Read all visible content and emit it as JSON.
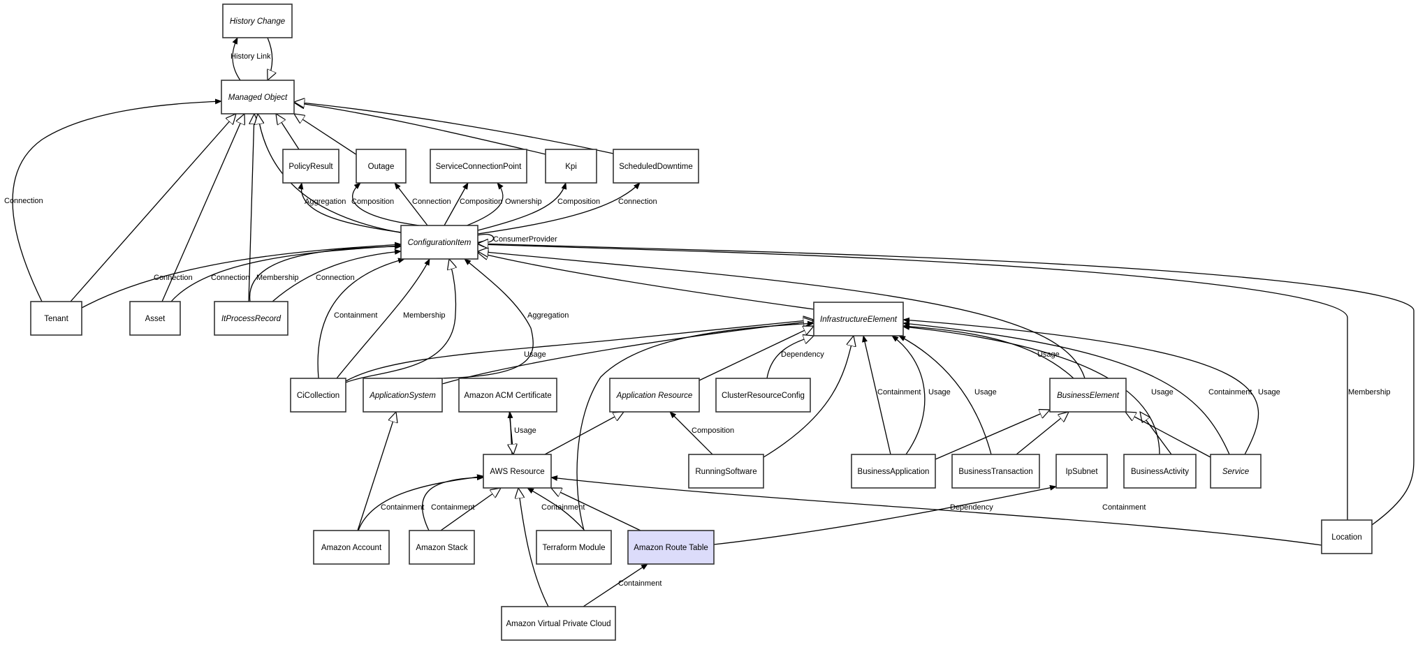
{
  "diagram": {
    "type": "uml-class-diagram",
    "highlight_color": "#dcdcfa",
    "nodes": [
      {
        "id": "history_change",
        "label": "History Change",
        "abstract": true
      },
      {
        "id": "managed_object",
        "label": "Managed Object",
        "abstract": true
      },
      {
        "id": "policy_result",
        "label": "PolicyResult",
        "abstract": false
      },
      {
        "id": "outage",
        "label": "Outage",
        "abstract": false
      },
      {
        "id": "service_connection_point",
        "label": "ServiceConnectionPoint",
        "abstract": false
      },
      {
        "id": "kpi",
        "label": "Kpi",
        "abstract": false
      },
      {
        "id": "scheduled_downtime",
        "label": "ScheduledDowntime",
        "abstract": false
      },
      {
        "id": "configuration_item",
        "label": "ConfigurationItem",
        "abstract": true
      },
      {
        "id": "tenant",
        "label": "Tenant",
        "abstract": false
      },
      {
        "id": "asset",
        "label": "Asset",
        "abstract": false
      },
      {
        "id": "it_process_record",
        "label": "ItProcessRecord",
        "abstract": true
      },
      {
        "id": "infrastructure_element",
        "label": "InfrastructureElement",
        "abstract": true
      },
      {
        "id": "ci_collection",
        "label": "CiCollection",
        "abstract": false
      },
      {
        "id": "application_system",
        "label": "ApplicationSystem",
        "abstract": true
      },
      {
        "id": "amazon_acm_certificate",
        "label": "Amazon ACM Certificate",
        "abstract": false
      },
      {
        "id": "application_resource",
        "label": "Application Resource",
        "abstract": true
      },
      {
        "id": "cluster_resource_config",
        "label": "ClusterResourceConfig",
        "abstract": false
      },
      {
        "id": "business_element",
        "label": "BusinessElement",
        "abstract": true
      },
      {
        "id": "aws_resource",
        "label": "AWS Resource",
        "abstract": false
      },
      {
        "id": "running_software",
        "label": "RunningSoftware",
        "abstract": false
      },
      {
        "id": "business_application",
        "label": "BusinessApplication",
        "abstract": false
      },
      {
        "id": "business_transaction",
        "label": "BusinessTransaction",
        "abstract": false
      },
      {
        "id": "ip_subnet",
        "label": "IpSubnet",
        "abstract": false
      },
      {
        "id": "business_activity",
        "label": "BusinessActivity",
        "abstract": false
      },
      {
        "id": "service",
        "label": "Service",
        "abstract": true
      },
      {
        "id": "amazon_account",
        "label": "Amazon Account",
        "abstract": false
      },
      {
        "id": "amazon_stack",
        "label": "Amazon Stack",
        "abstract": false
      },
      {
        "id": "terraform_module",
        "label": "Terraform Module",
        "abstract": false
      },
      {
        "id": "amazon_route_table",
        "label": "Amazon Route Table",
        "abstract": false,
        "highlighted": true
      },
      {
        "id": "location",
        "label": "Location",
        "abstract": false
      },
      {
        "id": "amazon_vpc",
        "label": "Amazon Virtual Private Cloud",
        "abstract": false
      }
    ],
    "edges": [
      {
        "id": "e1",
        "from": "managed_object",
        "to": "history_change",
        "kind": "association",
        "label": "History Link"
      },
      {
        "id": "e2",
        "from": "history_change",
        "to": "managed_object",
        "kind": "generalization",
        "label": ""
      },
      {
        "id": "e3",
        "from": "tenant",
        "to": "managed_object",
        "kind": "association",
        "label": "Connection"
      },
      {
        "id": "e4",
        "from": "tenant",
        "to": "managed_object",
        "kind": "generalization",
        "label": ""
      },
      {
        "id": "e5",
        "from": "asset",
        "to": "managed_object",
        "kind": "generalization",
        "label": ""
      },
      {
        "id": "e6",
        "from": "it_process_record",
        "to": "managed_object",
        "kind": "generalization",
        "label": ""
      },
      {
        "id": "e7",
        "from": "configuration_item",
        "to": "managed_object",
        "kind": "generalization",
        "label": ""
      },
      {
        "id": "e8",
        "from": "policy_result",
        "to": "managed_object",
        "kind": "generalization",
        "label": ""
      },
      {
        "id": "e9",
        "from": "outage",
        "to": "managed_object",
        "kind": "generalization",
        "label": ""
      },
      {
        "id": "e10",
        "from": "kpi",
        "to": "managed_object",
        "kind": "generalization",
        "label": ""
      },
      {
        "id": "e11",
        "from": "scheduled_downtime",
        "to": "managed_object",
        "kind": "generalization",
        "label": ""
      },
      {
        "id": "e12",
        "from": "configuration_item",
        "to": "policy_result",
        "kind": "association",
        "label": "Aggregation"
      },
      {
        "id": "e13",
        "from": "configuration_item",
        "to": "outage",
        "kind": "association",
        "label": "Composition"
      },
      {
        "id": "e14",
        "from": "configuration_item",
        "to": "outage",
        "kind": "association",
        "label": "Connection"
      },
      {
        "id": "e15",
        "from": "configuration_item",
        "to": "service_connection_point",
        "kind": "association",
        "label": "Composition"
      },
      {
        "id": "e16",
        "from": "configuration_item",
        "to": "service_connection_point",
        "kind": "association",
        "label": "Ownership"
      },
      {
        "id": "e17",
        "from": "configuration_item",
        "to": "kpi",
        "kind": "association",
        "label": "Composition"
      },
      {
        "id": "e18",
        "from": "configuration_item",
        "to": "scheduled_downtime",
        "kind": "association",
        "label": "Connection"
      },
      {
        "id": "e19",
        "from": "configuration_item",
        "to": "configuration_item",
        "kind": "association",
        "label": "ConsumerProvider"
      },
      {
        "id": "e20",
        "from": "tenant",
        "to": "configuration_item",
        "kind": "association",
        "label": "Connection"
      },
      {
        "id": "e21",
        "from": "asset",
        "to": "configuration_item",
        "kind": "association",
        "label": "Connection"
      },
      {
        "id": "e22",
        "from": "it_process_record",
        "to": "configuration_item",
        "kind": "association",
        "label": "Membership"
      },
      {
        "id": "e23",
        "from": "it_process_record",
        "to": "configuration_item",
        "kind": "association",
        "label": "Connection"
      },
      {
        "id": "e24",
        "from": "ci_collection",
        "to": "configuration_item",
        "kind": "association",
        "label": "Containment"
      },
      {
        "id": "e25",
        "from": "ci_collection",
        "to": "configuration_item",
        "kind": "association",
        "label": "Membership"
      },
      {
        "id": "e26",
        "from": "ci_collection",
        "to": "configuration_item",
        "kind": "generalization",
        "label": ""
      },
      {
        "id": "e27",
        "from": "application_system",
        "to": "configuration_item",
        "kind": "association",
        "label": "Aggregation"
      },
      {
        "id": "e28",
        "from": "infrastructure_element",
        "to": "configuration_item",
        "kind": "generalization",
        "label": ""
      },
      {
        "id": "e29",
        "from": "business_element",
        "to": "configuration_item",
        "kind": "generalization",
        "label": ""
      },
      {
        "id": "e30",
        "from": "location",
        "to": "configuration_item",
        "kind": "association",
        "label": "Membership"
      },
      {
        "id": "e31",
        "from": "location",
        "to": "configuration_item",
        "kind": "generalization",
        "label": ""
      },
      {
        "id": "e32",
        "from": "ci_collection",
        "to": "infrastructure_element",
        "kind": "generalization",
        "label": "Usage"
      },
      {
        "id": "e33",
        "from": "application_system",
        "to": "infrastructure_element",
        "kind": "generalization",
        "label": ""
      },
      {
        "id": "e34",
        "from": "application_resource",
        "to": "infrastructure_element",
        "kind": "generalization",
        "label": ""
      },
      {
        "id": "e35",
        "from": "cluster_resource_config",
        "to": "infrastructure_element",
        "kind": "generalization",
        "label": "Dependency"
      },
      {
        "id": "e36",
        "from": "running_software",
        "to": "infrastructure_element",
        "kind": "generalization",
        "label": ""
      },
      {
        "id": "e37",
        "from": "terraform_module",
        "to": "infrastructure_element",
        "kind": "association",
        "label": ""
      },
      {
        "id": "e38",
        "from": "business_application",
        "to": "infrastructure_element",
        "kind": "association",
        "label": "Containment"
      },
      {
        "id": "e39",
        "from": "business_application",
        "to": "infrastructure_element",
        "kind": "association",
        "label": "Usage"
      },
      {
        "id": "e40",
        "from": "business_transaction",
        "to": "infrastructure_element",
        "kind": "association",
        "label": "Usage"
      },
      {
        "id": "e41",
        "from": "business_element",
        "to": "infrastructure_element",
        "kind": "association",
        "label": "Usage"
      },
      {
        "id": "e42",
        "from": "business_activity",
        "to": "infrastructure_element",
        "kind": "association",
        "label": "Usage"
      },
      {
        "id": "e43",
        "from": "service",
        "to": "infrastructure_element",
        "kind": "association",
        "label": "Containment"
      },
      {
        "id": "e44",
        "from": "service",
        "to": "infrastructure_element",
        "kind": "association",
        "label": "Usage"
      },
      {
        "id": "e45",
        "from": "business_application",
        "to": "business_element",
        "kind": "generalization",
        "label": ""
      },
      {
        "id": "e46",
        "from": "business_transaction",
        "to": "business_element",
        "kind": "generalization",
        "label": ""
      },
      {
        "id": "e47",
        "from": "business_activity",
        "to": "business_element",
        "kind": "generalization",
        "label": ""
      },
      {
        "id": "e48",
        "from": "service",
        "to": "business_element",
        "kind": "generalization",
        "label": ""
      },
      {
        "id": "e49",
        "from": "amazon_account",
        "to": "application_system",
        "kind": "generalization",
        "label": ""
      },
      {
        "id": "e50",
        "from": "aws_resource",
        "to": "amazon_acm_certificate",
        "kind": "association",
        "label": "Usage"
      },
      {
        "id": "e51",
        "from": "amazon_acm_certificate",
        "to": "aws_resource",
        "kind": "generalization",
        "label": ""
      },
      {
        "id": "e52",
        "from": "aws_resource",
        "to": "application_resource",
        "kind": "generalization",
        "label": ""
      },
      {
        "id": "e53",
        "from": "running_software",
        "to": "application_resource",
        "kind": "association",
        "label": "Composition"
      },
      {
        "id": "e54",
        "from": "amazon_account",
        "to": "aws_resource",
        "kind": "association",
        "label": "Containment"
      },
      {
        "id": "e55",
        "from": "amazon_stack",
        "to": "aws_resource",
        "kind": "association",
        "label": "Containment"
      },
      {
        "id": "e56",
        "from": "amazon_stack",
        "to": "aws_resource",
        "kind": "generalization",
        "label": ""
      },
      {
        "id": "e57",
        "from": "amazon_vpc",
        "to": "aws_resource",
        "kind": "generalization",
        "label": ""
      },
      {
        "id": "e58",
        "from": "terraform_module",
        "to": "aws_resource",
        "kind": "association",
        "label": "Containment"
      },
      {
        "id": "e59",
        "from": "amazon_route_table",
        "to": "aws_resource",
        "kind": "generalization",
        "label": ""
      },
      {
        "id": "e60",
        "from": "location",
        "to": "aws_resource",
        "kind": "association",
        "label": "Containment"
      },
      {
        "id": "e61",
        "from": "amazon_route_table",
        "to": "ip_subnet",
        "kind": "association",
        "label": "Dependency"
      },
      {
        "id": "e62",
        "from": "amazon_vpc",
        "to": "amazon_route_table",
        "kind": "association",
        "label": "Containment"
      }
    ]
  }
}
